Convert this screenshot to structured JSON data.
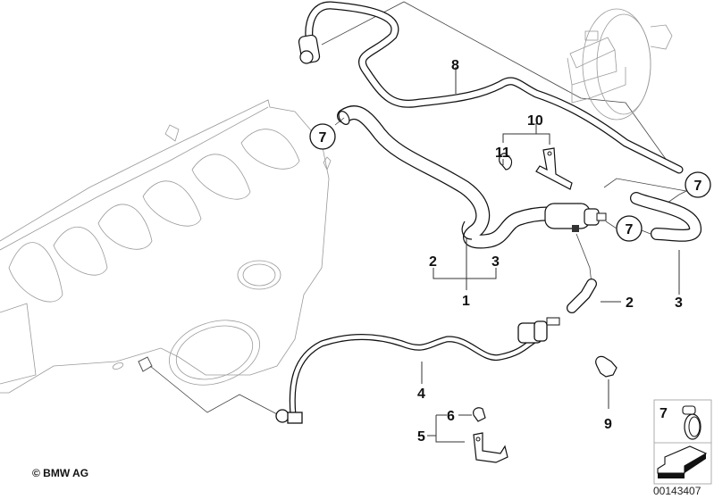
{
  "diagram": {
    "title": "Vacuum hose / brake booster parts diagram",
    "copyright": "© BMW AG",
    "part_number": "00143407",
    "callouts": [
      {
        "id": "1",
        "label": "1"
      },
      {
        "id": "2a",
        "label": "2"
      },
      {
        "id": "3a",
        "label": "3"
      },
      {
        "id": "2b",
        "label": "2"
      },
      {
        "id": "3b",
        "label": "3"
      },
      {
        "id": "4",
        "label": "4"
      },
      {
        "id": "5",
        "label": "5"
      },
      {
        "id": "6",
        "label": "6"
      },
      {
        "id": "8",
        "label": "8"
      },
      {
        "id": "9",
        "label": "9"
      },
      {
        "id": "10",
        "label": "10"
      },
      {
        "id": "11",
        "label": "11"
      }
    ],
    "circled_callouts": [
      {
        "id": "7a",
        "label": "7"
      },
      {
        "id": "7b",
        "label": "7"
      },
      {
        "id": "7c",
        "label": "7"
      }
    ],
    "legend_box": {
      "item_label": "7",
      "item_icon": "hose-clamp-icon",
      "arrow_icon": "direction-arrow-icon"
    }
  }
}
